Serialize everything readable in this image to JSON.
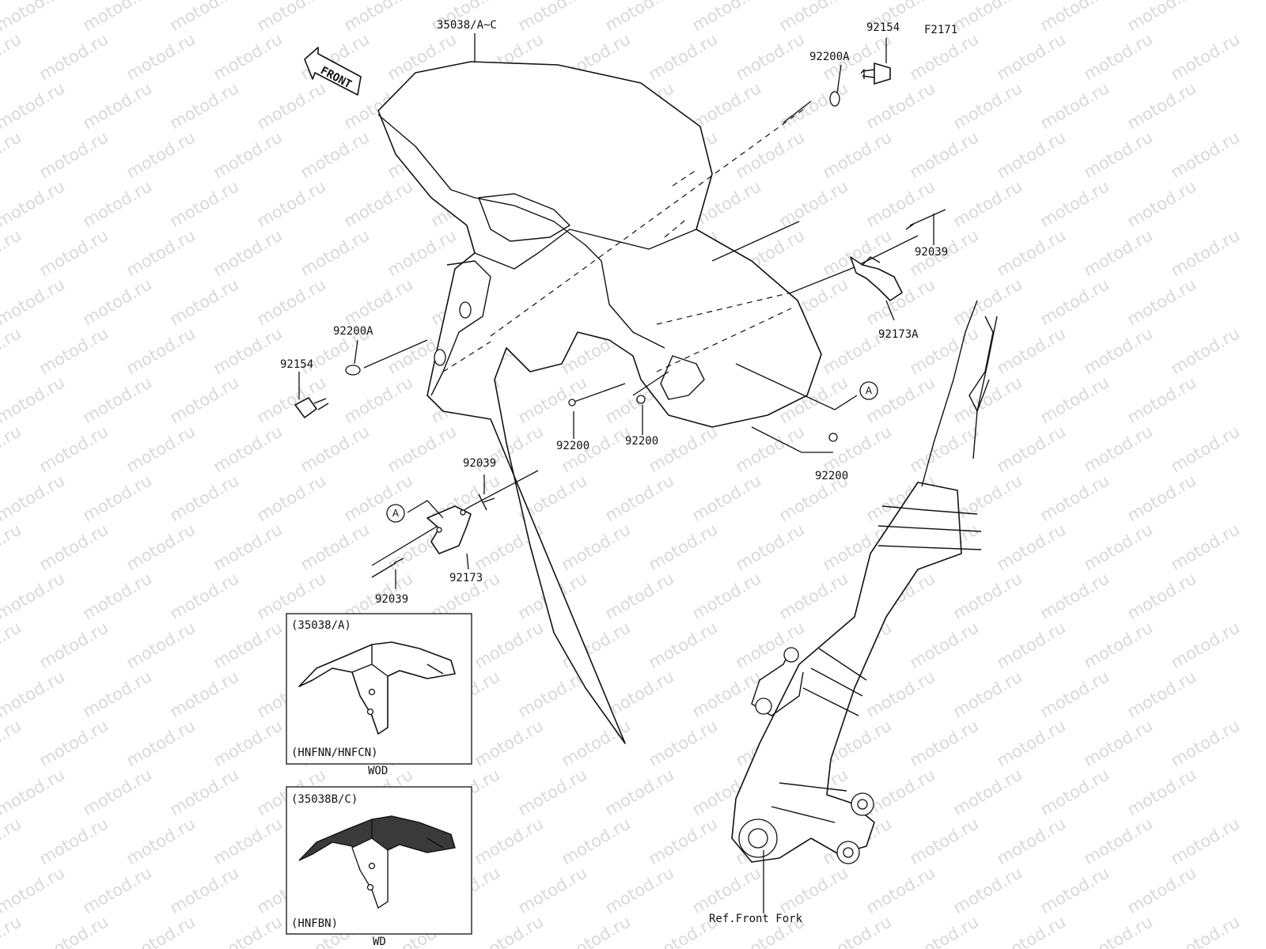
{
  "figure_code": "F2171",
  "front_arrow": "FRONT",
  "watermark": "motod.ru",
  "ref_label": "Ref.Front Fork",
  "parts": {
    "fender": "35038/A~C",
    "bolt_right": "92154",
    "washer_right": "92200A",
    "bolt_left": "92154",
    "washer_left": "92200A",
    "pin_right": "92039",
    "clamp_right": "92173A",
    "washer_center_1": "92200",
    "washer_center_2": "92200",
    "washer_center_3": "92200",
    "pin_left_top": "92039",
    "pin_left_bottom": "92039",
    "clamp_left": "92173"
  },
  "callout_marker": "A",
  "insets": [
    {
      "title": "(35038/A)",
      "model": "(HNFNN/HNFCN)",
      "caption": "WOD"
    },
    {
      "title": "(35038B/C)",
      "model": "(HNFBN)",
      "caption": "WD"
    }
  ]
}
